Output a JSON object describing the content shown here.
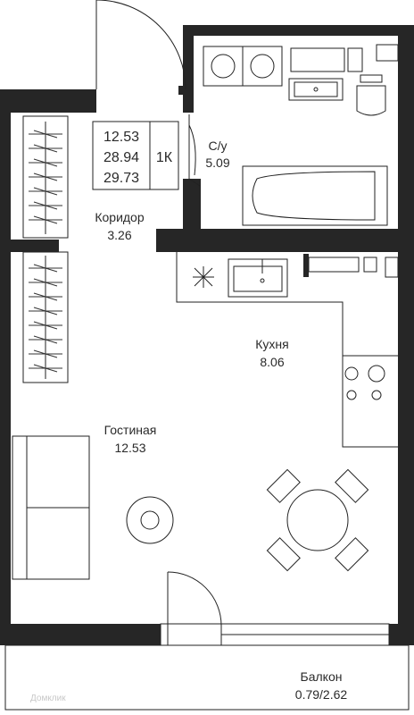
{
  "summary": {
    "living_area": "12.53",
    "total_area": "28.94",
    "area_with_balcony": "29.73",
    "room_type": "1К"
  },
  "rooms": {
    "bathroom": {
      "name": "С/у",
      "area": "5.09"
    },
    "corridor": {
      "name": "Коридор",
      "area": "3.26"
    },
    "kitchen": {
      "name": "Кухня",
      "area": "8.06"
    },
    "living": {
      "name": "Гостиная",
      "area": "12.53"
    },
    "balcony": {
      "name": "Балкон",
      "area": "0.79/2.62"
    }
  },
  "watermark": "Домклик"
}
